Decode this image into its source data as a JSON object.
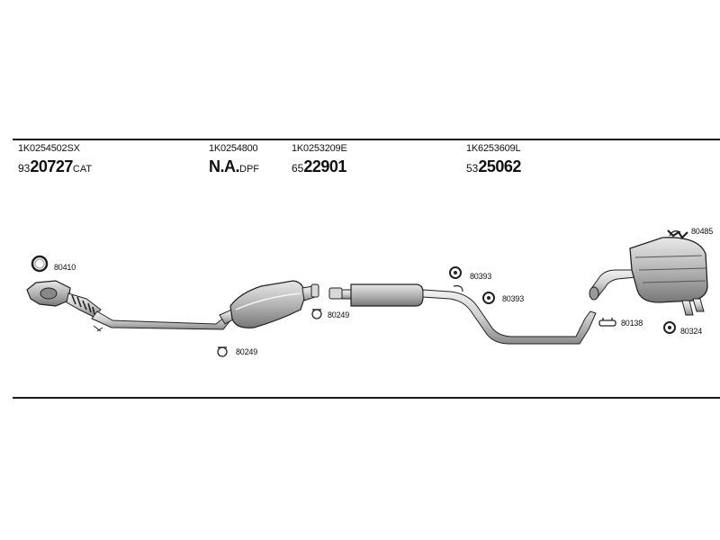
{
  "parts": [
    {
      "oem": "1K0254502SX",
      "prefix": "93",
      "code": "20727",
      "suffix": "CAT"
    },
    {
      "oem": "1K0254800",
      "prefix": "",
      "code": "N.A.",
      "suffix": "DPF"
    },
    {
      "oem": "1K0253209E",
      "prefix": "65",
      "code": "22901",
      "suffix": ""
    },
    {
      "oem": "1K6253609L",
      "prefix": "53",
      "code": "25062",
      "suffix": ""
    }
  ],
  "hardware": {
    "gasket_front": "80410",
    "clamp_front": "80249",
    "clamp_mid": "80249",
    "hanger_center_1": "80393",
    "hanger_center_2": "80393",
    "bracket_rear": "80485",
    "clamp_rear": "80138",
    "hanger_rear": "80324"
  }
}
